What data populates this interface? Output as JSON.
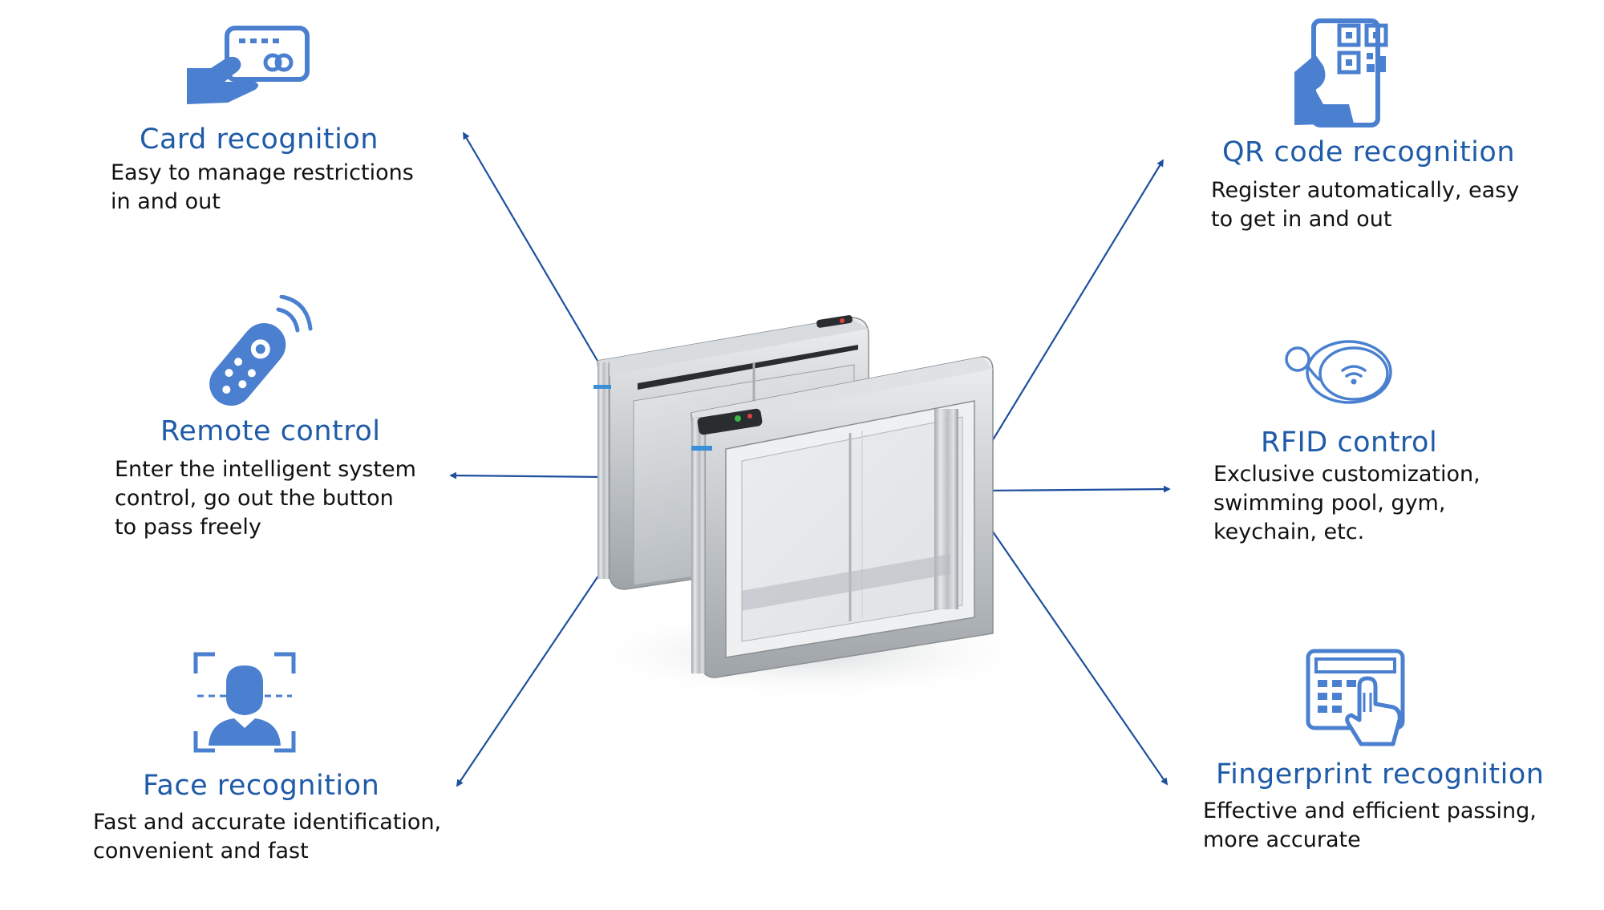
{
  "colors": {
    "accent": "#1f5ba8",
    "icon": "#4a80cf",
    "arrow": "#1f4f9f",
    "text": "#111111"
  },
  "features": [
    {
      "id": "card",
      "icon": "card-hand-icon",
      "title": "Card recognition",
      "lines": [
        "Easy to manage restrictions",
        "in and out"
      ]
    },
    {
      "id": "remote",
      "icon": "remote-control-icon",
      "title": "Remote control",
      "lines": [
        "Enter the intelligent system",
        "control, go out the button",
        "to pass freely"
      ]
    },
    {
      "id": "face",
      "icon": "face-scan-icon",
      "title": "Face recognition",
      "lines": [
        "Fast and accurate identification,",
        "convenient and fast"
      ]
    },
    {
      "id": "qr",
      "icon": "qr-phone-icon",
      "title": "QR code recognition",
      "lines": [
        "Register automatically, easy",
        "to get in and out"
      ]
    },
    {
      "id": "rfid",
      "icon": "rfid-keyfob-icon",
      "title": "RFID control",
      "lines": [
        "Exclusive customization,",
        "swimming pool, gym,",
        "keychain, etc."
      ]
    },
    {
      "id": "fingerprint",
      "icon": "fingerprint-keypad-icon",
      "title": "Fingerprint recognition",
      "lines": [
        "Effective and efficient passing,",
        "more accurate"
      ]
    }
  ]
}
